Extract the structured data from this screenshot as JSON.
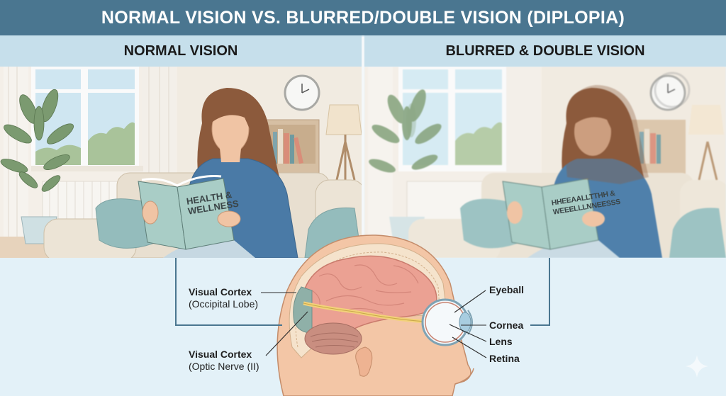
{
  "header": {
    "title": "NORMAL VISION VS. BLURRED/DOUBLE VISION (DIPLOPIA)"
  },
  "panels": {
    "left": {
      "label": "NORMAL VISION",
      "book_title_line1": "HEALTH &",
      "book_title_line2": "WELLNESS"
    },
    "right": {
      "label": "BLURRED & DOUBLE VISION",
      "book_title_line1": "HHEEAALLTTHH &",
      "book_title_line2": "WEEELLLNNEESSS"
    }
  },
  "anatomy": {
    "left_labels": [
      {
        "main": "Visual Cortex",
        "sub": "(Occipital Lobe)"
      },
      {
        "main": "Visual Cortex",
        "sub": "(Optic Nerve (II)"
      }
    ],
    "right_labels": [
      "Eyeball",
      "Cornea",
      "Lens",
      "Retina"
    ]
  },
  "colors": {
    "title_bar": "#4a7690",
    "panel_header": "#c6dfeb",
    "background": "#e3f1f8",
    "connector": "#4a7690",
    "brain": "#eba193",
    "cortex": "#8fb0a8",
    "optic_nerve": "#f3d27a",
    "shirt": "#4a7aa6",
    "book": "#a9cdc6"
  },
  "icons": {
    "watermark": "sparkle-icon"
  }
}
